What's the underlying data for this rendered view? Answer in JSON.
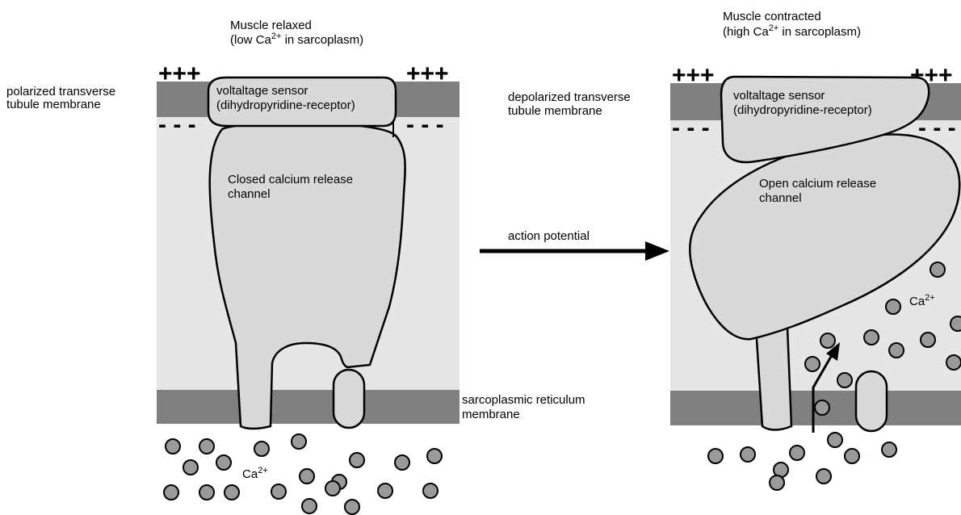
{
  "left_panel": {
    "title_line1": "Muscle relaxed",
    "title_line2_prefix": "(low Ca",
    "title_line2_sup": "2+",
    "title_line2_suffix": " in sarcoplasm)",
    "tubule_label_line1": "polarized transverse",
    "tubule_label_line2": "tubule membrane",
    "sensor_line1": "voltaltage sensor",
    "sensor_line2": "(dihydropyridine-receptor)",
    "channel_line1": "Closed calcium release",
    "channel_line2": "channel",
    "ion_label": "Ca",
    "ion_sup": "2+",
    "plus_signs": "+++",
    "minus_signs": "- - -"
  },
  "middle": {
    "arrow_label": "action potential",
    "sr_label_line1": "sarcoplasmic reticulum",
    "sr_label_line2": "membrane"
  },
  "right_panel": {
    "title_line1": "Muscle contracted",
    "title_line2_prefix": "(high Ca",
    "title_line2_sup": "2+",
    "title_line2_suffix": " in sarcoplasm)",
    "tubule_label_line1": "depolarized transverse",
    "tubule_label_line2": "tubule membrane",
    "sensor_line1": "voltaltage sensor",
    "sensor_line2": "(dihydropyridine-receptor)",
    "channel_line1": "Open calcium release",
    "channel_line2": "channel",
    "ion_label": "Ca",
    "ion_sup": "2+",
    "plus_signs": "+++",
    "minus_signs": "- - -"
  },
  "colors": {
    "membrane": "#808080",
    "cytoplasm": "#e6e6e6",
    "protein": "#d9d9d9",
    "ion": "#9a9a9a"
  }
}
